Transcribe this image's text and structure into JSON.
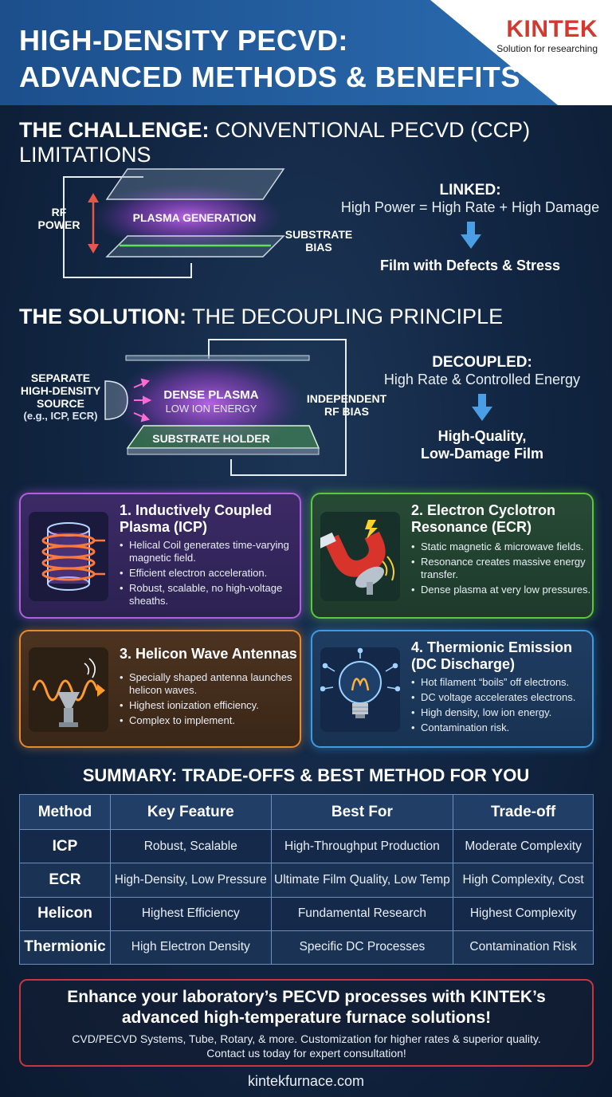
{
  "header": {
    "title_line1": "HIGH-DENSITY PECVD:",
    "title_line2": "ADVANCED METHODS & BENEFITS",
    "logo": "KINTEK",
    "logo_tagline": "Solution for researching"
  },
  "challenge": {
    "title_bold": "THE CHALLENGE:",
    "title_rest": "CONVENTIONAL PECVD (CCP) LIMITATIONS",
    "rf_power": [
      "RF",
      "POWER"
    ],
    "plasma_label": "PLASMA GENERATION",
    "substrate_bias": [
      "SUBSTRATE",
      "BIAS"
    ],
    "linked_heading": "LINKED:",
    "linked_text": "High Power = High Rate + High Damage",
    "result": "Film with Defects & Stress"
  },
  "solution": {
    "title_bold": "THE SOLUTION:",
    "title_rest": "THE DECOUPLING PRINCIPLE",
    "source_label": [
      "SEPARATE",
      "HIGH-DENSITY",
      "SOURCE"
    ],
    "source_examples": "(e.g., ICP, ECR)",
    "dense_plasma": "DENSE PLASMA",
    "low_ion_energy": "LOW ION ENERGY",
    "substrate_holder": "SUBSTRATE HOLDER",
    "independent_bias": [
      "INDEPENDENT",
      "RF BIAS"
    ],
    "decoupled_heading": "DECOUPLED:",
    "decoupled_text": "High Rate & Controlled Energy",
    "result": [
      "High-Quality,",
      "Low-Damage Film"
    ]
  },
  "methods": [
    {
      "title": [
        "1. Inductively Coupled",
        "Plasma (ICP)"
      ],
      "bullets": [
        "Helical Coil generates time-varying magnetic field.",
        "Efficient electron acceleration.",
        "Robust, scalable, no high-voltage sheaths."
      ],
      "icon": "coil-icon",
      "color": "#b25fe0"
    },
    {
      "title": [
        "2. Electron Cyclotron",
        "Resonance (ECR)"
      ],
      "bullets": [
        "Static magnetic & microwave fields.",
        "Resonance creates massive energy transfer.",
        "Dense plasma at very low pressures."
      ],
      "icon": "magnet-dish-icon",
      "color": "#5fc83a"
    },
    {
      "title": [
        "3. Helicon Wave Antennas"
      ],
      "bullets": [
        "Specially shaped antenna launches helicon waves.",
        "Highest ionization efficiency.",
        "Complex to implement."
      ],
      "icon": "antenna-wave-icon",
      "color": "#e68a2e"
    },
    {
      "title": [
        "4. Thermionic Emission",
        "(DC Discharge)"
      ],
      "bullets": [
        "Hot filament “boils” off electrons.",
        "DC voltage accelerates electrons.",
        "High density, low ion energy.",
        "Contamination risk."
      ],
      "icon": "light-bulb-icon",
      "color": "#3f9be0"
    }
  ],
  "summary": {
    "title": "SUMMARY: TRADE-OFFS & BEST METHOD FOR YOU",
    "headers": [
      "Method",
      "Key Feature",
      "Best For",
      "Trade-off"
    ],
    "rows": [
      [
        "ICP",
        "Robust, Scalable",
        "High-Throughput Production",
        "Moderate Complexity"
      ],
      [
        "ECR",
        "High-Density, Low Pressure",
        "Ultimate Film Quality, Low Temp",
        "High Complexity, Cost"
      ],
      [
        "Helicon",
        "Highest Efficiency",
        "Fundamental Research",
        "Highest Complexity"
      ],
      [
        "Thermionic",
        "High Electron Density",
        "Specific DC Processes",
        "Contamination Risk"
      ]
    ]
  },
  "cta": {
    "line1": "Enhance your laboratory’s PECVD processes with KINTEK’s",
    "line2": "advanced high-temperature furnace solutions!",
    "sub1": "CVD/PECVD Systems, Tube, Rotary, & more. Customization for higher rates & superior quality.",
    "sub2": "Contact us today for expert consultation!"
  },
  "footer": "kintekfurnace.com"
}
